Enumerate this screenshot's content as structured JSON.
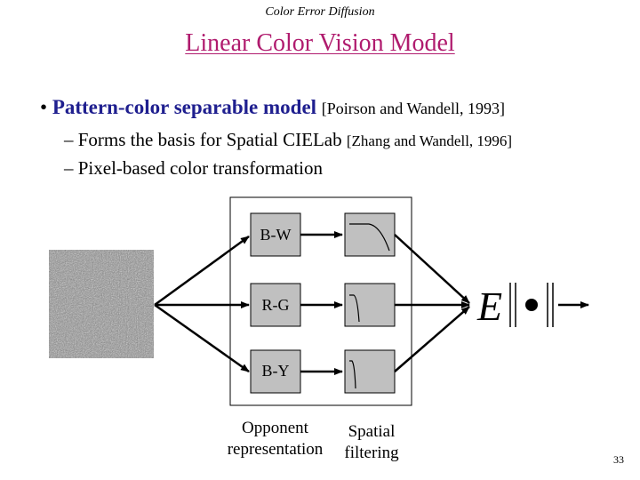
{
  "header": "Color Error Diffusion",
  "title": "Linear Color Vision Model",
  "bullet": {
    "symbol": "•",
    "text": "Pattern-color separable model",
    "citation": "[Poirson and Wandell, 1993]"
  },
  "subbullets": [
    {
      "dash": "–",
      "text": "Forms the basis for Spatial CIELab",
      "citation": "[Zhang and Wandell, 1996]"
    },
    {
      "dash": "–",
      "text": "Pixel-based color transformation",
      "citation": ""
    }
  ],
  "diagram": {
    "channels": [
      "B-W",
      "R-G",
      "B-Y"
    ],
    "error_symbol": "E",
    "label_opponent_line1": "Opponent",
    "label_opponent_line2": "representation",
    "label_spatial_line1": "Spatial",
    "label_spatial_line2": "filtering"
  },
  "page_number": "33",
  "colors": {
    "title": "#b01b6e",
    "bullet": "#1f1f8f"
  }
}
